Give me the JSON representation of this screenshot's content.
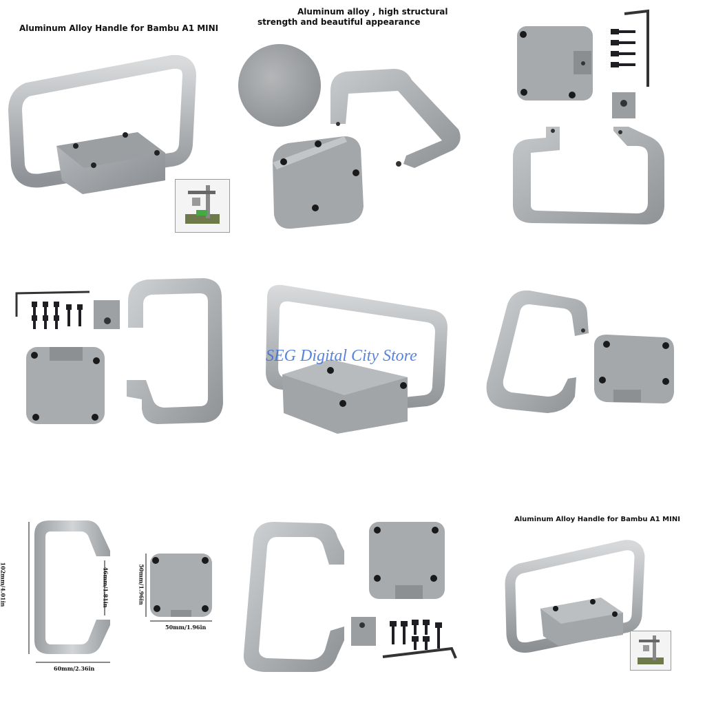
{
  "captions": {
    "p1_title": "Aluminum Alloy Handle for Bambu A1 MINI",
    "p2_line1": "Aluminum alloy , high structural",
    "p2_line2": "strength and beautiful appearance",
    "p9_title": "Aluminum Alloy Handle for Bambu A1 MINI"
  },
  "watermark": "SEG Digital City Store",
  "dimensions": {
    "handle_height": "102mm/4.01in",
    "handle_gap": "46mm/1.81in",
    "handle_width": "60mm/2.36in",
    "block_height": "50mm/1.96in",
    "block_width": "50mm/1.96in"
  },
  "colors": {
    "metal_light": "#c9ccce",
    "metal_mid": "#a9adb0",
    "metal_dark": "#7d8185",
    "screw": "#1e1f22",
    "watermark": "#3b6fd6"
  },
  "icons": [
    "printer-thumbnail-icon",
    "allen-key-icon",
    "screw-icon",
    "nut-block-icon"
  ]
}
